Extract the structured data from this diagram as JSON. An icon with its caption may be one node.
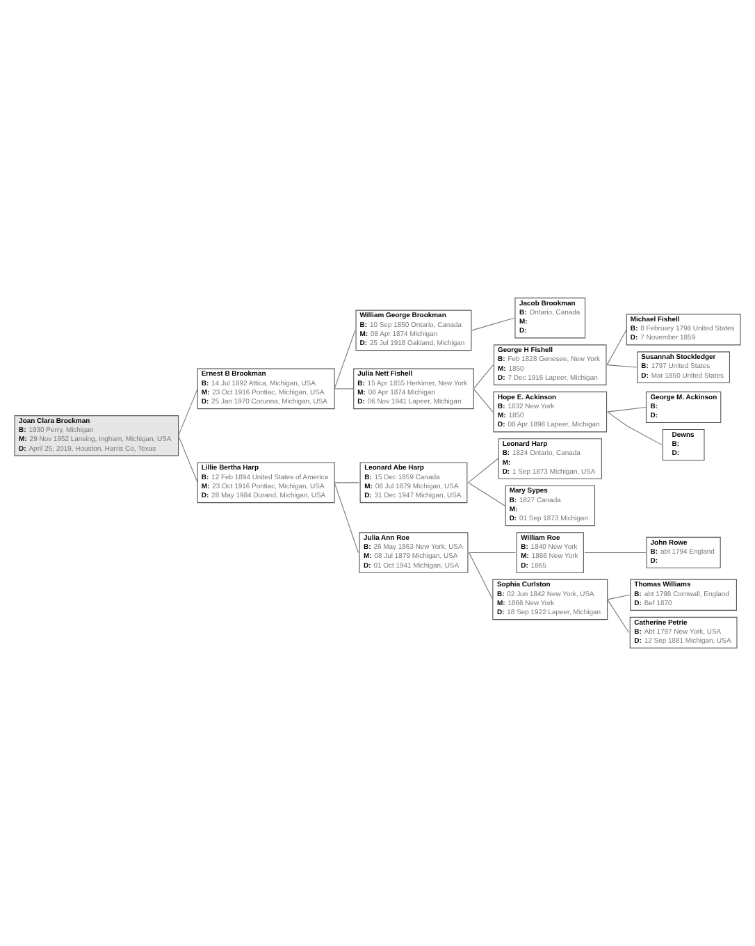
{
  "diagram": {
    "nodes": [
      {
        "text": [
          "Jacob Brookman",
          "B: Ontario, Canada",
          "M:",
          "D:"
        ]
      },
      {
        "text": [
          "William George Brookman",
          "B: 10 Sep 1850 Ontario, Canada",
          "M: 08 Apr 1874 Michigan",
          "D: 25 Jul 1918 Oakland, Michigan"
        ]
      },
      {
        "text": [
          "Ernest B Brookman",
          "B: 14 Jul 1892 Attica, Michigan, USA",
          "M: 23 Oct 1916 Pontiac, Michigan, USA",
          "D: 25 Jan 1970 Corunna, Michigan, USA"
        ]
      },
      {
        "text": [
          "Michael Fishell",
          "B: 8 February 1798 United States",
          "D: 7 November 1859"
        ]
      },
      {
        "text": [
          "George H Fishell",
          "B: Feb 1828 Genesee, New York",
          "M: 1850",
          "D: 7 Dec 1916 Lapeer, Michigan"
        ]
      },
      {
        "text": [
          "Susannah Stockledger",
          "B: 1797 United States",
          "D: Mar 1850 United States"
        ]
      },
      {
        "text": [
          "Julia Nett Fishell",
          "B: 15 Apr 1855 Herkimer, New York",
          "M: 08 Apr 1874 Michigan",
          "D: 06 Nov 1941 Lapeer, Michigan"
        ]
      },
      {
        "text": [
          "George M. Ackinson",
          "B:",
          "D:"
        ]
      },
      {
        "text": [
          "Hope E. Ackinson",
          "B: 1832 New York",
          "M: 1850",
          "D: 08 Apr 1898 Lapeer, Michigan"
        ]
      },
      {
        "text": [
          "Dewns",
          "B:",
          "D:"
        ]
      },
      {
        "text": [
          "Joan Clara Brockman",
          "B: 1930 Perry, Michigan",
          "M: 29 Nov 1952 Lansing, Ingham, Michigan, USA",
          "D: April 25, 2019. Houston, Harris Co, Texas"
        ]
      },
      {
        "text": [
          "Leonard Harp",
          "B: 1824 Ontario, Canada",
          "M:",
          "D: 1 Sep 1873 Michigan, USA"
        ]
      },
      {
        "text": [
          "Leonard Abe Harp",
          "B: 15 Dec 1859 Canada",
          "M: 08 Jul 1879 Michigan, USA",
          "D: 31 Dec 1947 Michigan, USA"
        ]
      },
      {
        "text": [
          "Mary Sypes",
          "B: 1827 Canada",
          "M:",
          "D: 01 Sep 1873 Michigan"
        ]
      },
      {
        "text": [
          "Lillie Bertha Harp",
          "B: 12 Feb 1894 United States of America",
          "M: 23 Oct 1916 Pontiac, Michigan, USA",
          "D: 28 May 1984 Durand, Michigan, USA"
        ]
      },
      {
        "text": [
          "John Rowe",
          "B: abt 1794 England",
          "D:"
        ]
      },
      {
        "text": [
          "William Roe",
          "B: 1840 New York",
          "M: 1866 New York",
          "D: 1865"
        ]
      },
      {
        "text": [
          "Julia Ann Roe",
          "B: 26 May 1863 New York, USA",
          "M: 08 Jul 1879 Michigan, USA",
          "D: 01 Oct 1941 Michigan, USA"
        ]
      },
      {
        "text": [
          "Thomas Williams",
          "B: abt 1798 Cornwall, England",
          "D: Bef 1870"
        ]
      },
      {
        "text": [
          "Sophia Curlston",
          "B: 02 Jun 1842 New York, USA",
          "M: 1866 New York",
          "D: 18 Sep 1922 Lapeer, Michigan"
        ]
      },
      {
        "text": [
          "Catherine Petrie",
          "B: Abt 1797 New York, USA",
          "D: 12 Sep 1881 Michigan, USA"
        ]
      }
    ],
    "edges": [
      {
        "from": 10,
        "to": 2,
        "arrow": "none"
      },
      {
        "from": 10,
        "to": 14,
        "arrow": "none"
      },
      {
        "from": 2,
        "to": 1,
        "arrow": "none"
      },
      {
        "from": 2,
        "to": 6,
        "arrow": "none"
      },
      {
        "from": 1,
        "to": 0,
        "arrow": "none"
      },
      {
        "from": 6,
        "to": 4,
        "arrow": "none"
      },
      {
        "from": 6,
        "to": 8,
        "arrow": "none"
      },
      {
        "from": 4,
        "to": 3,
        "arrow": "none"
      },
      {
        "from": 4,
        "to": 5,
        "arrow": "none"
      },
      {
        "from": 8,
        "to": 7,
        "arrow": "none"
      },
      {
        "from": 8,
        "to": 9,
        "arrow": "none"
      },
      {
        "from": 14,
        "to": 12,
        "arrow": "none"
      },
      {
        "from": 14,
        "to": 17,
        "arrow": "none"
      },
      {
        "from": 12,
        "to": 11,
        "arrow": "none"
      },
      {
        "from": 12,
        "to": 13,
        "arrow": "none"
      },
      {
        "from": 17,
        "to": 16,
        "arrow": "none"
      },
      {
        "from": 17,
        "to": 19,
        "arrow": "none"
      },
      {
        "from": 16,
        "to": 15,
        "arrow": "none"
      },
      {
        "from": 19,
        "to": 18,
        "arrow": "none"
      },
      {
        "from": 19,
        "to": 20,
        "arrow": "none"
      }
    ]
  }
}
